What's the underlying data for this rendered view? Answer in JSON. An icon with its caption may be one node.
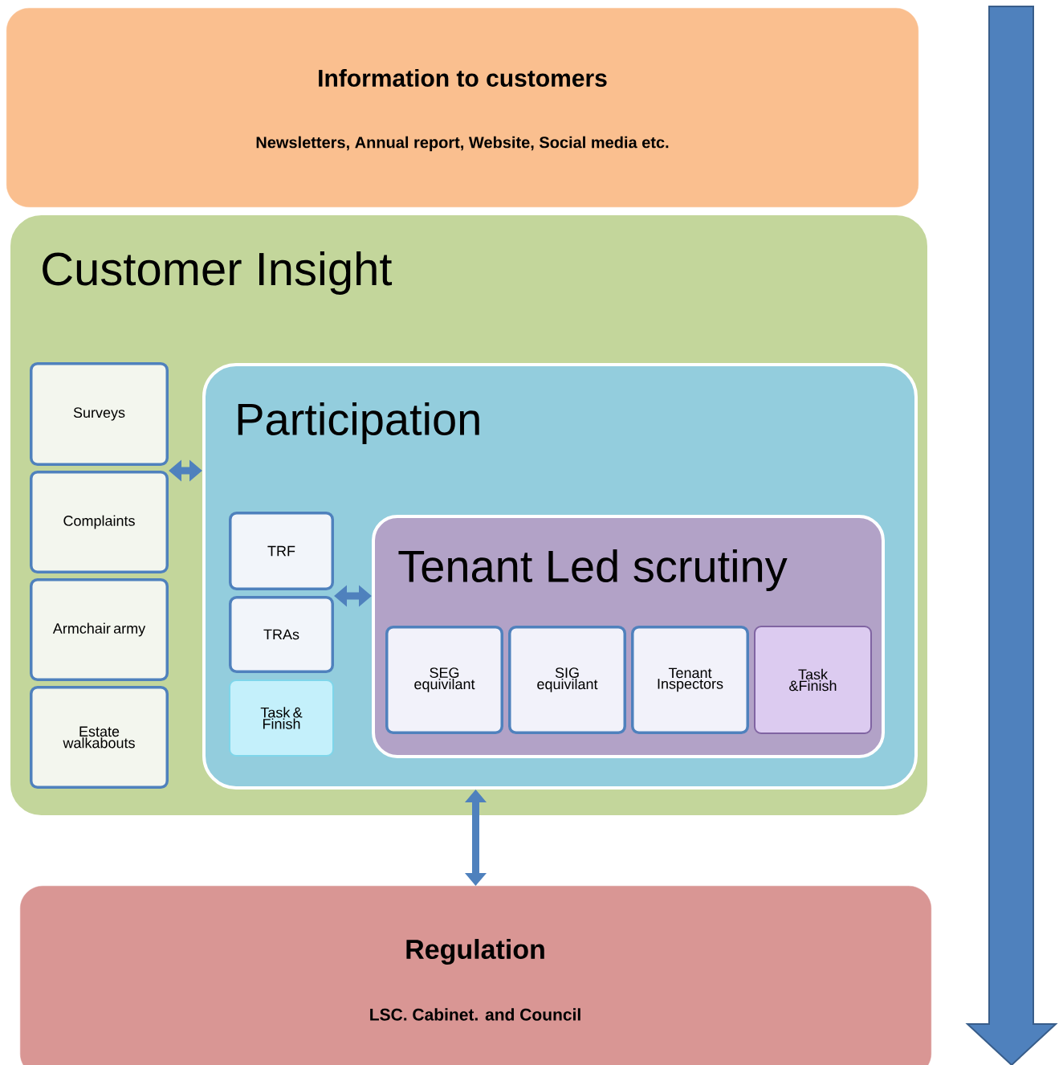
{
  "diagram": {
    "nodes": [
      {
        "text": [
          "Information to customers",
          "Newsletters, Annual report, Website, Social media etc."
        ]
      },
      {
        "text": [
          "Customer Insight"
        ]
      },
      {
        "text": [
          "Surveys"
        ],
        "in": 1
      },
      {
        "text": [
          "Complaints"
        ],
        "in": 1
      },
      {
        "text": [
          "Armchair army"
        ],
        "in": 1
      },
      {
        "text": [
          "Estate walkabouts"
        ],
        "in": 1
      },
      {
        "text": [
          "Participation"
        ],
        "in": 1
      },
      {
        "text": [
          "TRF"
        ],
        "in": 6
      },
      {
        "text": [
          "TRAs"
        ],
        "in": 6
      },
      {
        "text": [
          "Task & Finish"
        ],
        "in": 6
      },
      {
        "text": [
          "Tenant Led scrutiny"
        ],
        "in": 6
      },
      {
        "text": [
          "SEG equivilant"
        ],
        "in": 10
      },
      {
        "text": [
          "SIG equivilant"
        ],
        "in": 10
      },
      {
        "text": [
          "Tenant Inspectors"
        ],
        "in": 10
      },
      {
        "text": [
          "Task &Finish"
        ],
        "in": 10
      },
      {
        "text": [
          "Regulation",
          "LSC. Cabinet. and Council"
        ]
      }
    ],
    "edges": [
      {
        "from": 3,
        "to": 6,
        "arrow": "both"
      },
      {
        "from": 8,
        "to": 10,
        "arrow": "both"
      },
      {
        "from": 6,
        "to": 15,
        "arrow": "both"
      }
    ]
  }
}
